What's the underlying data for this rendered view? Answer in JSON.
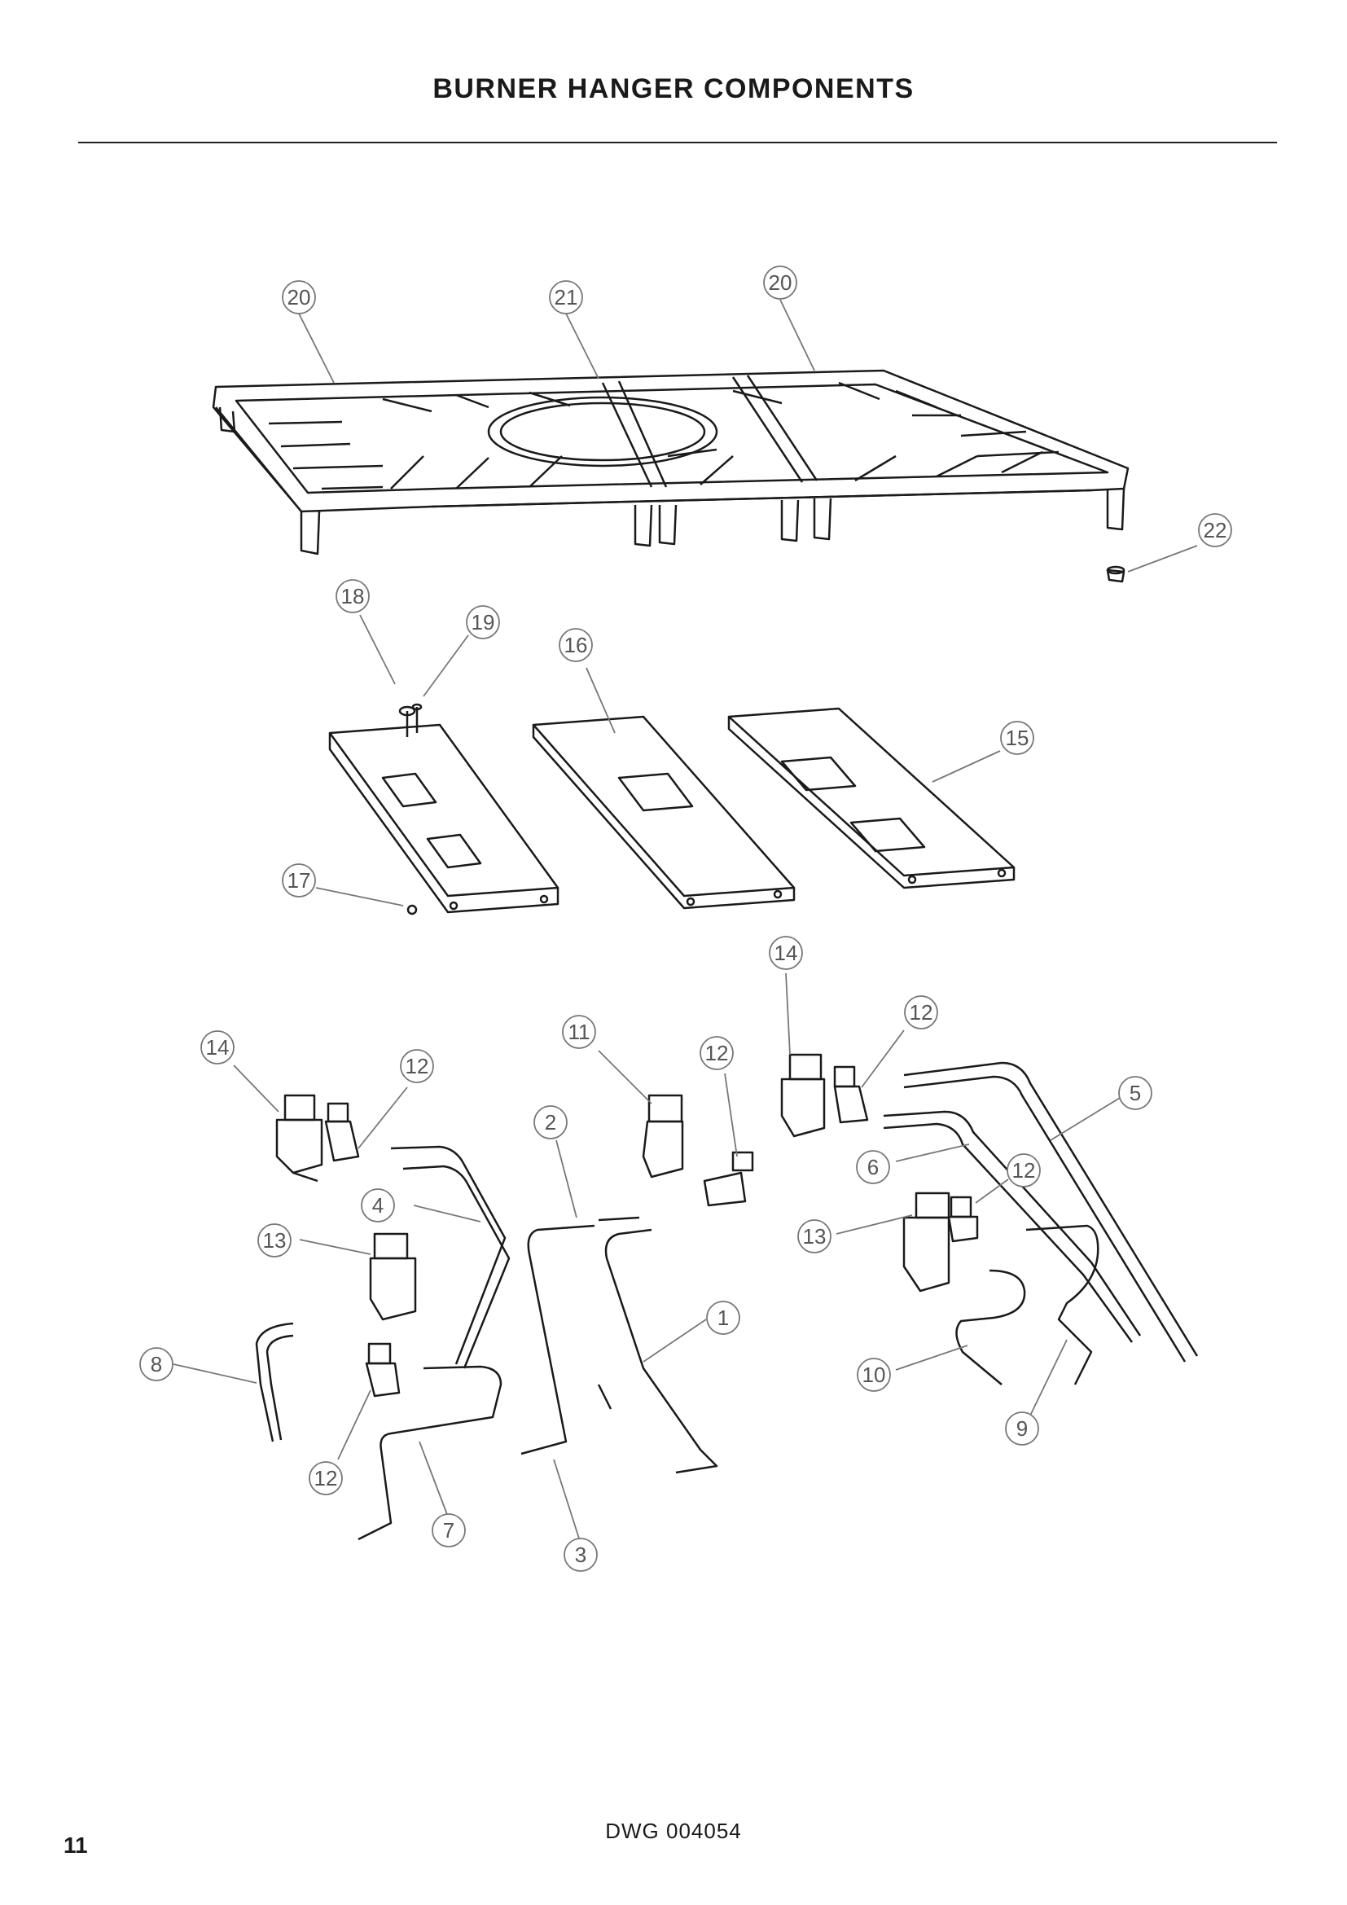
{
  "page": {
    "title": "BURNER HANGER COMPONENTS",
    "drawing_number": "DWG 004054",
    "page_number": "11"
  },
  "callouts": [
    "20",
    "21",
    "20",
    "22",
    "18",
    "19",
    "16",
    "15",
    "17",
    "14",
    "12",
    "11",
    "12",
    "14",
    "12",
    "5",
    "2",
    "6",
    "12",
    "4",
    "13",
    "13",
    "1",
    "8",
    "10",
    "12",
    "9",
    "7",
    "3"
  ]
}
